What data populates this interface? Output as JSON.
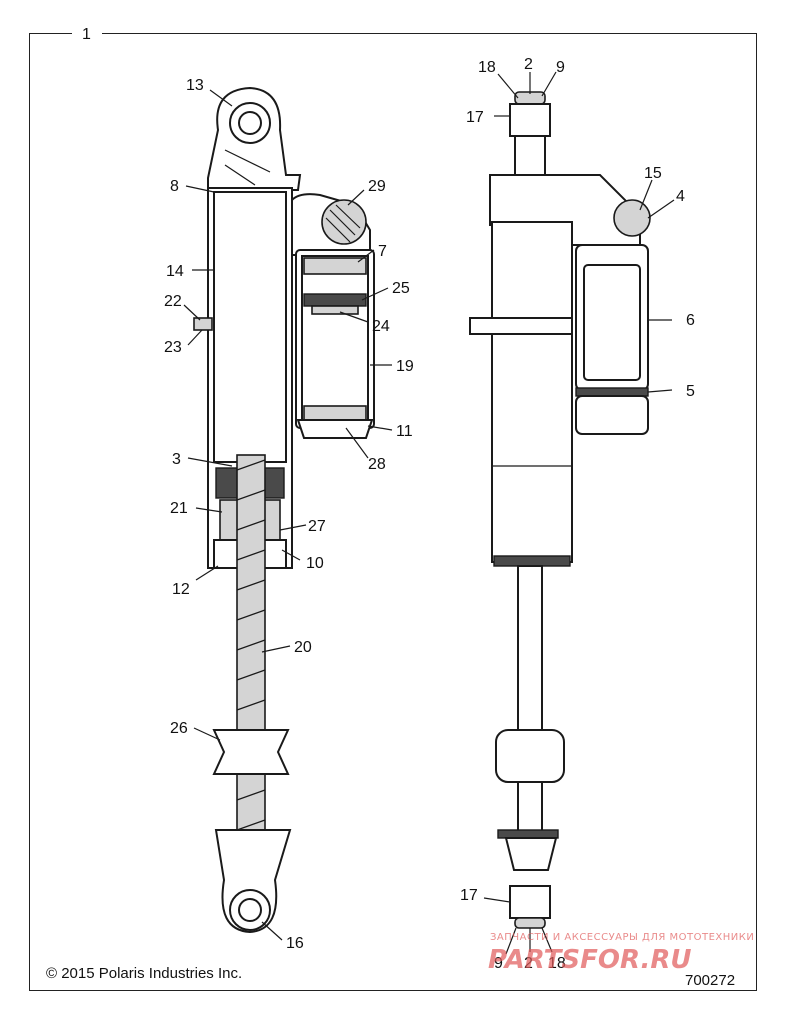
{
  "diagram": {
    "assembly_number": "1",
    "copyright": "© 2015 Polaris Industries Inc.",
    "figure_number": "700272",
    "watermark": {
      "tagline": "ЗАПЧАСТИ И АКСЕССУАРЫ ДЛЯ МОТОТЕХНИКИ",
      "brand": "PARTSFOR.RU"
    },
    "callouts": {
      "c13": "13",
      "c8": "8",
      "c29": "29",
      "c7": "7",
      "c14": "14",
      "c25": "25",
      "c22": "22",
      "c24": "24",
      "c23": "23",
      "c19": "19",
      "c11": "11",
      "c28": "28",
      "c3": "3",
      "c21": "21",
      "c27": "27",
      "c10": "10",
      "c12": "12",
      "c20": "20",
      "c26": "26",
      "c16": "16",
      "r18": "18",
      "r2": "2",
      "r9": "9",
      "r17": "17",
      "r15": "15",
      "r4": "4",
      "r6": "6",
      "r5": "5",
      "b17": "17",
      "b9": "9",
      "b2": "2",
      "b18": "18"
    },
    "colors": {
      "line": "#1a1a1a",
      "shade": "#d4d4d4",
      "watermark": "#e05a5a"
    }
  }
}
